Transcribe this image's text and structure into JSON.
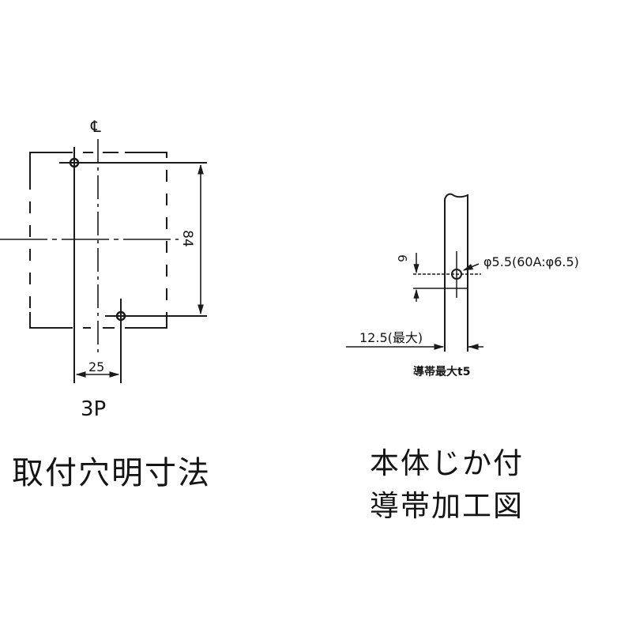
{
  "left_figure": {
    "centerline_symbol": "℄",
    "dimension_vertical": "84",
    "dimension_horizontal": "25",
    "pole_label": "3P",
    "caption": "取付穴明寸法"
  },
  "right_figure": {
    "dimension_hole_offset": "6",
    "hole_diameter_note": "φ5.5(60A:φ6.5)",
    "dimension_edge": "12.5(最大)",
    "conductor_thickness_note": "導帯最大t5",
    "caption_line1": "本体じか付",
    "caption_line2": "導帯加工図"
  },
  "colors": {
    "line": "#1a1a1a",
    "background": "#ffffff"
  }
}
